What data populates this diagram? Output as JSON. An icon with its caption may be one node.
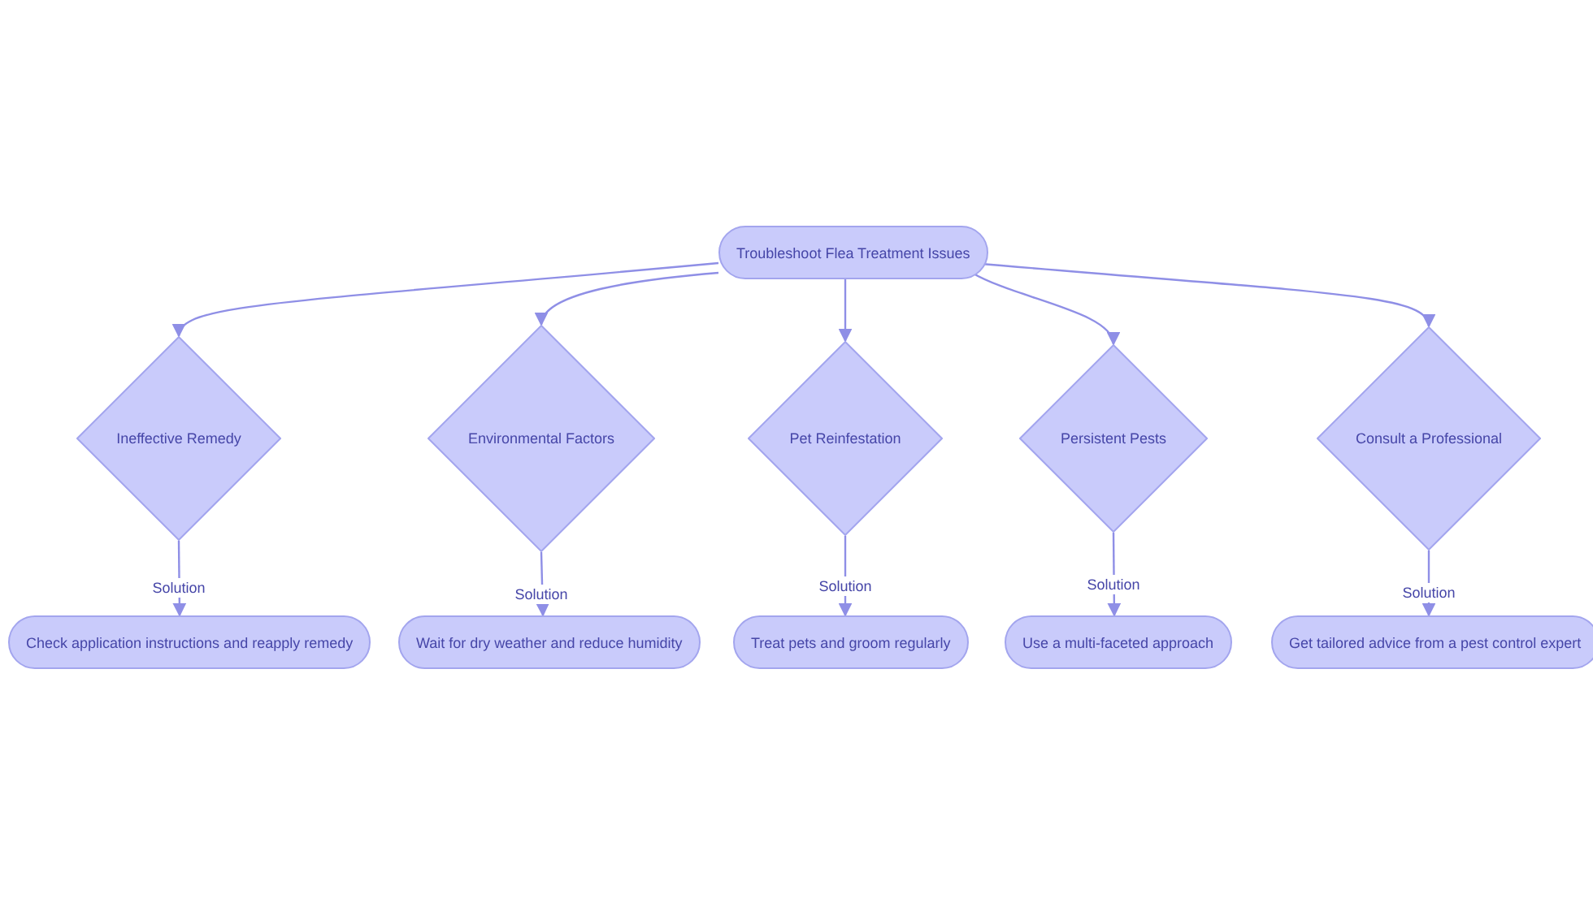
{
  "diagram": {
    "nodes": [
      {
        "text": [
          "Troubleshoot Flea Treatment Issues"
        ]
      },
      {
        "text": [
          "Ineffective Remedy"
        ]
      },
      {
        "text": [
          "Environmental Factors"
        ]
      },
      {
        "text": [
          "Pet Reinfestation"
        ]
      },
      {
        "text": [
          "Persistent Pests"
        ]
      },
      {
        "text": [
          "Consult a Professional"
        ]
      },
      {
        "text": [
          "Check application instructions and reapply remedy"
        ]
      },
      {
        "text": [
          "Wait for dry weather and reduce humidity"
        ]
      },
      {
        "text": [
          "Treat pets and groom regularly"
        ]
      },
      {
        "text": [
          "Use a multi-faceted approach"
        ]
      },
      {
        "text": [
          "Get tailored advice from a pest control expert"
        ]
      }
    ],
    "edges": [
      {
        "from": 0,
        "to": 1,
        "arrow": "to"
      },
      {
        "from": 0,
        "to": 2,
        "arrow": "to"
      },
      {
        "from": 0,
        "to": 3,
        "arrow": "to"
      },
      {
        "from": 0,
        "to": 4,
        "arrow": "to"
      },
      {
        "from": 0,
        "to": 5,
        "arrow": "to"
      },
      {
        "from": 1,
        "to": 6,
        "arrow": "to",
        "label": "Solution"
      },
      {
        "from": 2,
        "to": 7,
        "arrow": "to",
        "label": "Solution"
      },
      {
        "from": 3,
        "to": 8,
        "arrow": "to",
        "label": "Solution"
      },
      {
        "from": 4,
        "to": 9,
        "arrow": "to",
        "label": "Solution"
      },
      {
        "from": 5,
        "to": 10,
        "arrow": "to",
        "label": "Solution"
      }
    ]
  }
}
